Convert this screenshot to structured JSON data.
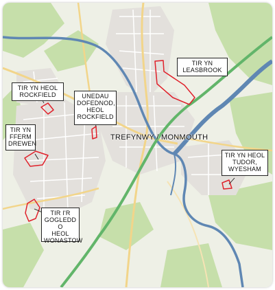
{
  "map": {
    "town_label": "TREFYNWY / MONMOUTH",
    "areas": [
      {
        "id": "leasbrook",
        "label": "TIR YN\nLEASBROOK"
      },
      {
        "id": "heol-rockfield",
        "label": "TIR YN HEOL\nROCKFIELD"
      },
      {
        "id": "unedau",
        "label": "UNEDAU\nDOFEDNOD,\nHEOL\nROCKFIELD"
      },
      {
        "id": "fferm-drewen",
        "label": "TIR YN\nFFERM\nDREWEN"
      },
      {
        "id": "wonastow",
        "label": "TIR I'R\nGOGLEDD O\nHEOL\nWONASTOW"
      },
      {
        "id": "tudor-wyesham",
        "label": "TIR YN HEOL\nTUDOR,\nWYESHAM"
      }
    ],
    "colors": {
      "site_outline": "#e0202a",
      "river": "#5f87b3",
      "bypass_road": "#62b56a",
      "woodland": "#c6dfaa",
      "urban": "#e3e0dc",
      "background": "#eef0e6"
    }
  }
}
